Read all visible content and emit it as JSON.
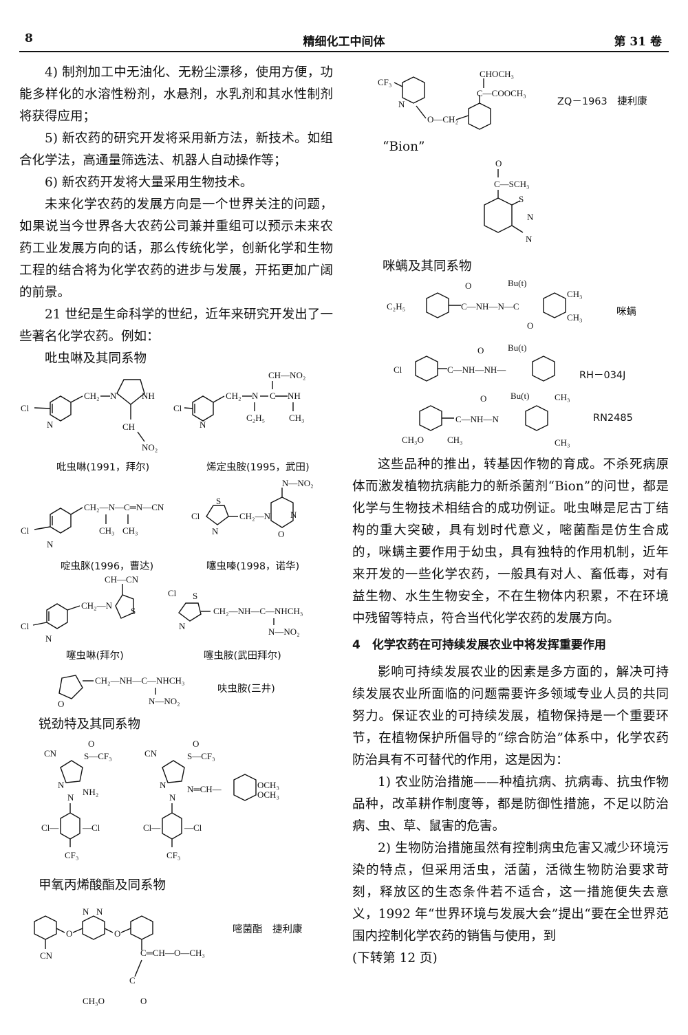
{
  "header": {
    "page_number": "8",
    "journal": "精细化工中间体",
    "volume": "第 31 卷"
  },
  "left": {
    "p1": "4) 制剂加工中无油化、无粉尘漂移，使用方便，功能多样化的水溶性粉剂，水悬剂，水乳剂和其水性制剂将获得应用；",
    "p2": "5) 新农药的研究开发将采用新方法，新技术。如组合化学法，高通量筛选法、机器人自动操作等；",
    "p3": "6) 新农药开发将大量采用生物技术。",
    "p4": "未来化学农药的发展方向是一个世界关注的问题，如果说当今世界各大农药公司兼并重组可以预示未来农药工业发展方向的话，那么传统化学，创新化学和生物工程的结合将为化学农药的进步与发展，开拓更加广阔的前景。",
    "p5": "21 世纪是生命科学的世纪，近年来研究开发出了一些著名化学农药。例如：",
    "h_imid": "吡虫啉及其同系物",
    "cap1": "吡虫啉(1991，拜尔)",
    "cap2": "烯定虫胺(1995，武田)",
    "cap3": "啶虫脒(1996，曹达)",
    "cap4": "噻虫嗪(1998，诺华)",
    "cap5": "噻虫啉(拜尔)",
    "cap6": "噻虫胺(武田拜尔)",
    "cap7": "呋虫胺(三井)",
    "h_fip": "锐劲特及其同系物",
    "h_stro": "甲氧丙烯酸酯及同系物",
    "cap8": "嘧菌酯　捷利康"
  },
  "right": {
    "cap_zq": "ZQ－1963　捷利康",
    "bion": "“Bion”",
    "h_mimic": "咪螨及其同系物",
    "cap_mimic": "咪螨",
    "cap_rh": "RH－034J",
    "cap_rn": "RN2485",
    "p1": "这些品种的推出，转基因作物的育成。不杀死病原体而激发植物抗病能力的新杀菌剂“Bion”的问世，都是化学与生物技术相结合的成功例证。吡虫啉是尼古丁结构的重大突破，具有划时代意义，嘧菌酯是仿生合成的，咪螨主要作用于幼虫，具有独特的作用机制，近年来开发的一些化学农药，一般具有对人、畜低毒，对有益生物、水生生物安全，不在生物体内积累，不在环境中残留等特点，符合当代化学农药的发展方向。",
    "sec": "4　化学农药在可持续发展农业中将发挥重要作用",
    "p2": "影响可持续发展农业的因素是多方面的，解决可持续发展农业所面临的问题需要许多领域专业人员的共同努力。保证农业的可持续发展，植物保持是一个重要环节，在植物保护所倡导的“综合防治”体系中，化学农药防治具有不可替代的作用，这是因为：",
    "p3": "1) 农业防治措施——种植抗病、抗病毒、抗虫作物品种，改革耕作制度等，都是防御性措施，不足以防治病、虫、草、鼠害的危害。",
    "p4": "2) 生物防治措施虽然有控制病虫危害又减少环境污染的特点，但采用活虫，活菌，活微生物防治要求苛刻，释放区的生态条件若不适合，这一措施便失去意义，1992 年“世界环境与发展大会”提出“要在全世界范围内控制化学农药的销售与使用，到",
    "cont": "(下转第 12 页)"
  }
}
